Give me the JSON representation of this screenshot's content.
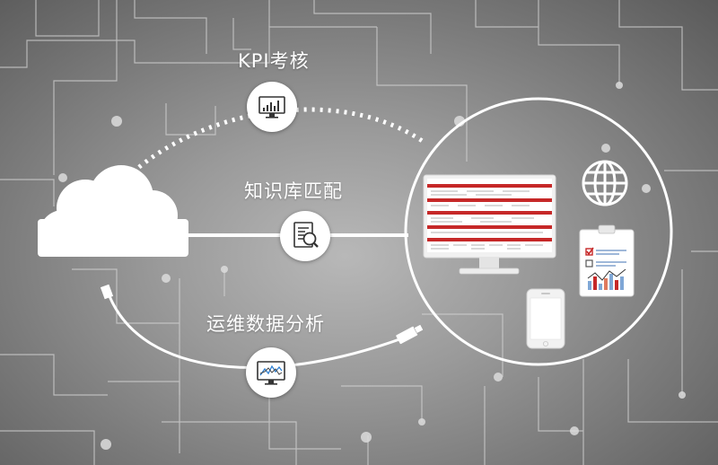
{
  "features": {
    "kpi": "KPI考核",
    "knowledge": "知识库匹配",
    "ops_analysis": "运维数据分析"
  },
  "icons": {
    "kpi": "bar-chart-monitor-icon",
    "knowledge": "document-magnifier-icon",
    "ops_analysis": "line-chart-monitor-icon",
    "globe": "globe-icon",
    "clipboard": "checklist-clipboard-icon",
    "phone": "smartphone-icon",
    "cloud": "cloud-icon",
    "plug_left": "usb-plug-icon",
    "plug_right": "usb-plug-icon",
    "monitor": "desktop-monitor-icon"
  },
  "colors": {
    "accent": "#c62828",
    "line": "#ffffff",
    "circuit": "#cfcfcf"
  }
}
